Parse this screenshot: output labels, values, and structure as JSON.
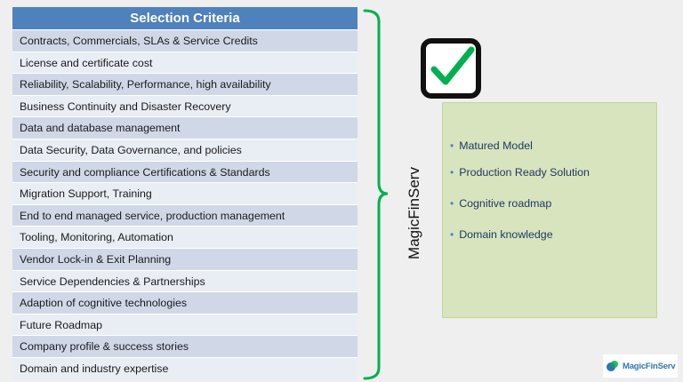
{
  "criteria": {
    "header": "Selection Criteria",
    "items": [
      "Contracts, Commercials, SLAs & Service Credits",
      "License and certificate cost",
      "Reliability, Scalability, Performance, high availability",
      "Business Continuity and Disaster Recovery",
      "Data and database management",
      "Data Security, Data Governance, and policies",
      "Security and compliance Certifications & Standards",
      "Migration Support, Training",
      "End to end managed service, production management",
      "Tooling, Monitoring, Automation",
      "Vendor Lock-in & Exit Planning",
      "Service Dependencies & Partnerships",
      "Adaption of cognitive technologies",
      "Future Roadmap",
      "Company profile & success stories",
      "Domain and industry expertise"
    ]
  },
  "brace_label": "MagicFinServ",
  "highlights": {
    "items": [
      "Matured Model",
      "Production Ready Solution",
      "Cognitive roadmap",
      "Domain knowledge"
    ]
  },
  "colors": {
    "header": "#4f81bd",
    "row_odd": "#d0d8e8",
    "row_even": "#e9edf4",
    "brace": "#00b050",
    "checkmark": "#00b050",
    "highlights_bg": "#d7e4bd"
  },
  "icons": [
    "checkmark-icon",
    "magicfinserv-logo-icon"
  ],
  "logo": {
    "text": "MagicFinServ"
  }
}
